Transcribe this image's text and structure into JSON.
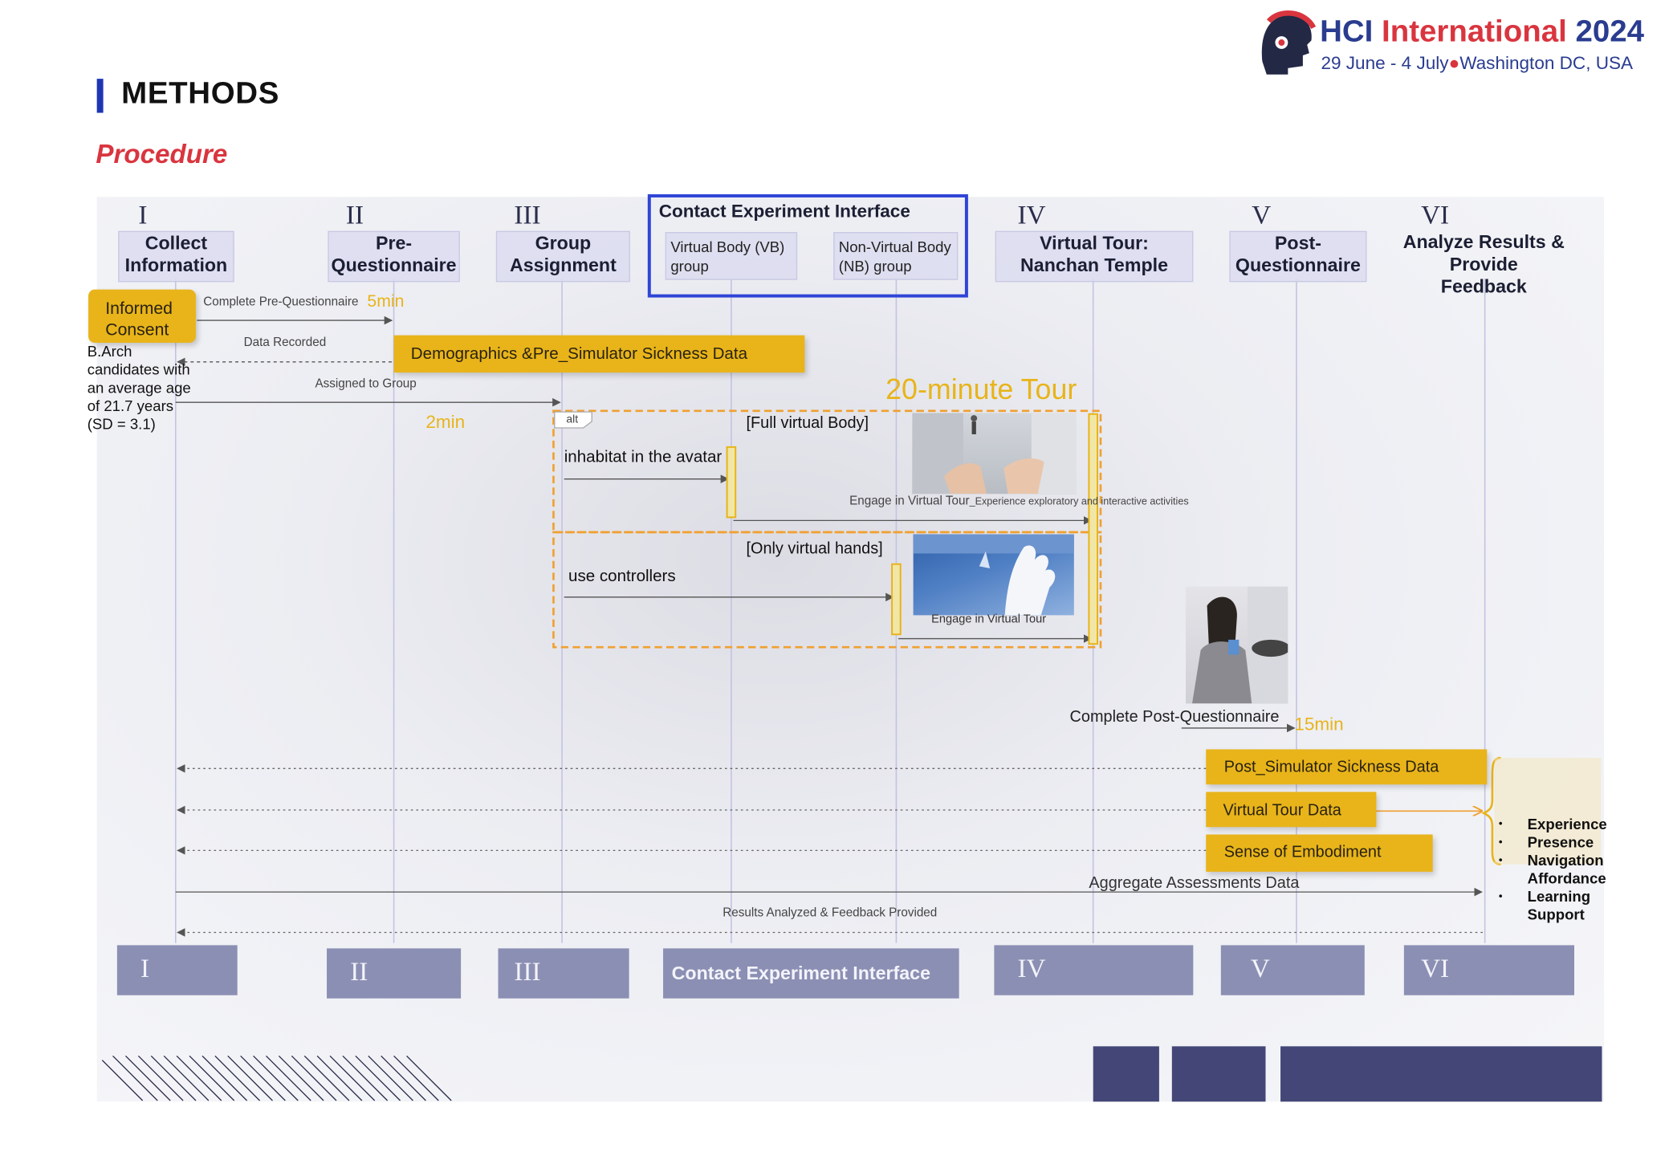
{
  "logo": {
    "hci": "HCI",
    "international": "International",
    "year": "2024",
    "subtitle_a": "29 June - 4 July",
    "subtitle_b": "Washington DC, USA"
  },
  "section_title": "METHODS",
  "subsection_title": "Procedure",
  "numerals": [
    "I",
    "II",
    "III",
    "IV",
    "V",
    "VI"
  ],
  "lanes": {
    "collect": "Collect Information",
    "pre_q_1": "Pre-",
    "pre_q_2": "Questionnaire",
    "group_1": "Group",
    "group_2": "Assignment",
    "tour_1": "Virtual Tour:",
    "tour_2": "Nanchan Temple",
    "post_q_1": "Post-",
    "post_q_2": "Questionnaire",
    "analyze_1": "Analyze Results & Provide",
    "analyze_2": "Feedback"
  },
  "contact": {
    "title": "Contact Experiment Interface",
    "vb_1": "Virtual Body (VB)",
    "vb_2": "group",
    "nb_1": "Non-Virtual Body",
    "nb_2": "(NB) group"
  },
  "informed_consent_1": "Informed",
  "informed_consent_2": "Consent",
  "participants": [
    "B.Arch",
    "candidates with",
    "an average age",
    "of 21.7 years",
    "(SD = 3.1)"
  ],
  "messages": {
    "complete_pre": "Complete Pre-Questionnaire",
    "t5": "5min",
    "data_recorded": "Data Recorded",
    "demographics": "Demographics &Pre_Simulator Sickness Data",
    "assigned": "Assigned to Group",
    "t2": "2min",
    "tour_time": "20-minute Tour",
    "alt": "alt",
    "full_body": "[Full virtual Body]",
    "inhabit": "inhabitat in the avatar",
    "engage_full": "Engage in Virtual Tour",
    "engage_full_small": "_Experience exploratory and interactive activities",
    "only_hands": "[Only virtual hands]",
    "use_controllers": "use controllers",
    "engage_hands": "Engage in Virtual Tour",
    "complete_post": "Complete Post-Questionnaire",
    "t15": "15min",
    "post_sickness": "Post_Simulator Sickness Data",
    "tour_data": "Virtual Tour Data",
    "embodiment": "Sense of Embodiment",
    "aggregate": "Aggregate Assessments Data",
    "results": "Results Analyzed & Feedback Provided"
  },
  "outcomes": [
    "Experience",
    "Presence",
    "Navigation",
    "Affordance",
    "Learning",
    "Support"
  ],
  "bottom_labels": {
    "i": "I",
    "ii": "II",
    "iii": "III",
    "contact": "Contact Experiment Interface",
    "iv": "IV",
    "v": "V",
    "vi": "VI"
  },
  "colors": {
    "accent_blue": "#1e36b4",
    "accent_red": "#d9353f",
    "yellow": "#e8b41a",
    "lane": "#c8c8e4",
    "navy": "#434677"
  }
}
